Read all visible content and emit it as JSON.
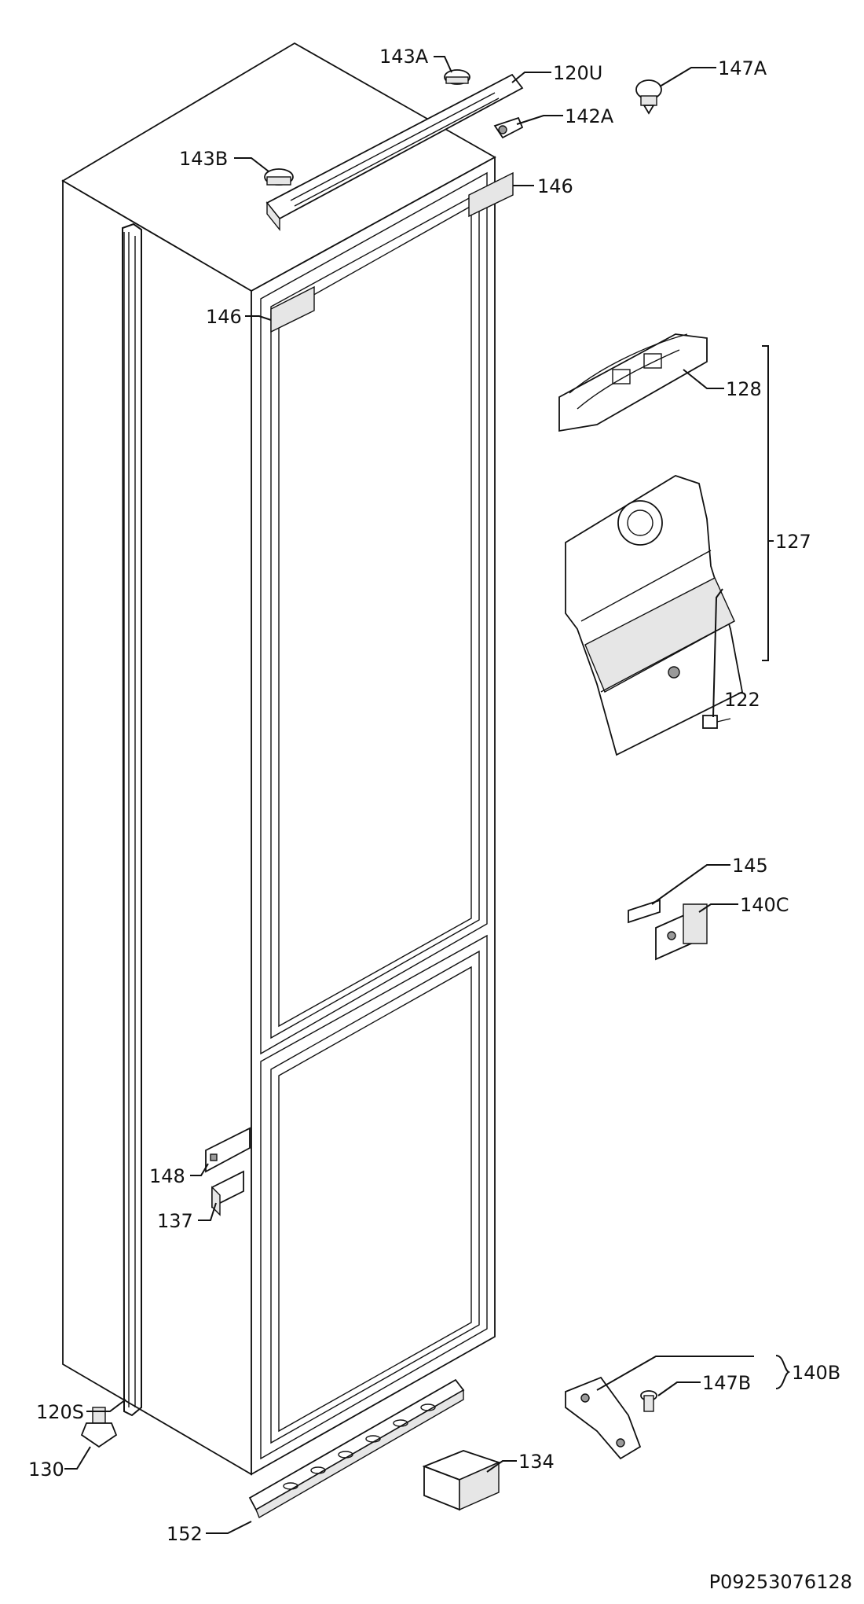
{
  "document_ref": "P09253076128",
  "labels": {
    "l143A": "143A",
    "l120U": "120U",
    "l147A": "147A",
    "l142A": "142A",
    "l143B": "143B",
    "l146a": "146",
    "l146b": "146",
    "l128": "128",
    "l127": "127",
    "l122": "122",
    "l145": "145",
    "l140C": "140C",
    "l148": "148",
    "l137": "137",
    "l147B": "147B",
    "l140B": "140B",
    "l120S": "120S",
    "l130": "130",
    "l134": "134",
    "l152": "152"
  }
}
